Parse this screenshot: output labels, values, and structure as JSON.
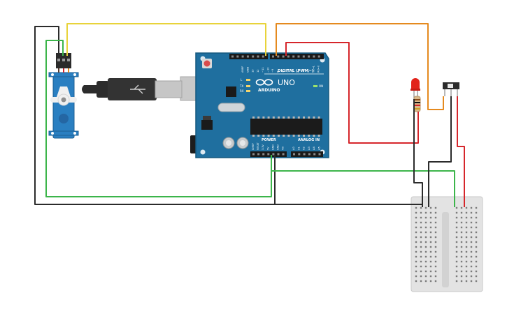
{
  "arduino": {
    "brand": "ARDUINO",
    "model": "UNO",
    "digital_header_label": "DIGITAL (PWM~)",
    "power_label": "POWER",
    "analog_label": "ANALOG IN",
    "on_label": "ON",
    "tx_label": "TX",
    "rx_label": "RX",
    "l_label": "L",
    "top_pins": [
      "AREF",
      "GND",
      "13",
      "12",
      "~11",
      "~10",
      "~9",
      "8",
      "7",
      "~6",
      "~5",
      "4",
      "~3",
      "2",
      "TX→1",
      "RX←0"
    ],
    "power_pins": [
      "IOREF",
      "RESET",
      "3.3V",
      "5V",
      "GND",
      "GND",
      "Vin"
    ],
    "analog_pins": [
      "A0",
      "A1",
      "A2",
      "A3",
      "A4",
      "A5"
    ]
  },
  "colors": {
    "board": "#1f6f9f",
    "board_edge": "#17597f",
    "wire_black": "#2b2b2b",
    "wire_green": "#3cb54a",
    "wire_yellow": "#e8d33a",
    "wire_orange": "#e58a1f",
    "wire_red": "#d6262b",
    "servo_body": "#2a7fc1",
    "breadboard": "#e4e4e4",
    "led_red": "#e2231a"
  },
  "components": {
    "servo": "servo-motor-icon",
    "usb": "usb-cable-icon",
    "led": "led-icon",
    "resistor": "resistor-icon",
    "switch": "slide-switch-icon",
    "breadboard": "mini-breadboard-icon"
  }
}
